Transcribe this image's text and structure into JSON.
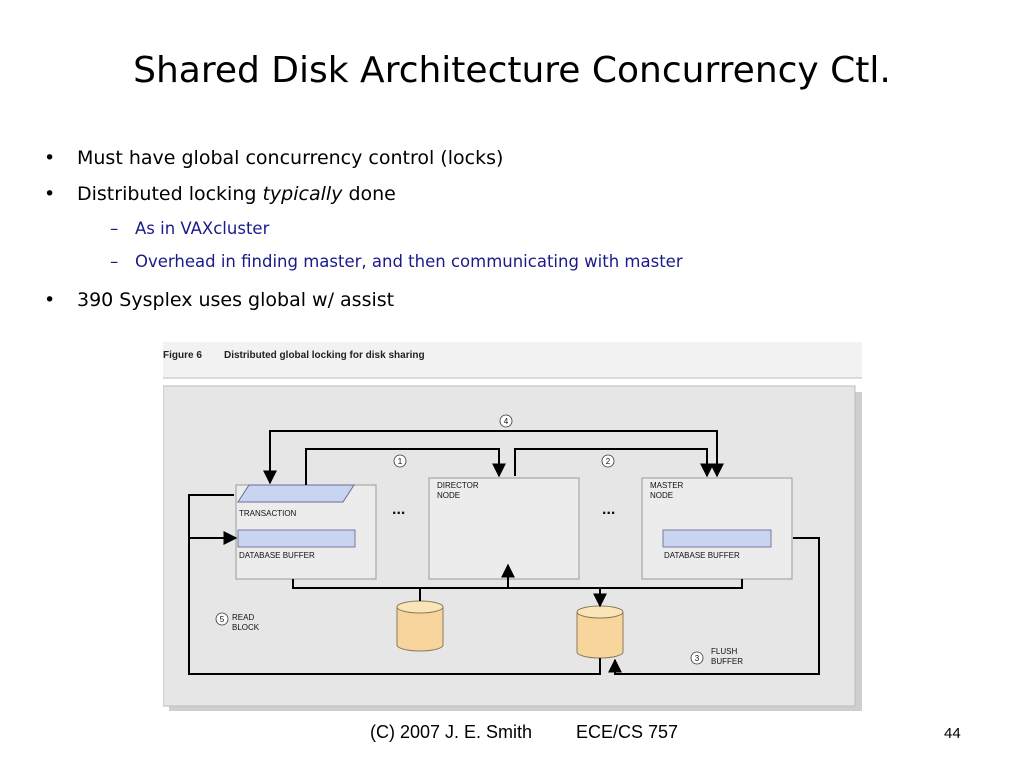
{
  "slide": {
    "title": "Shared Disk Architecture Concurrency Ctl.",
    "bullets": [
      {
        "text": "Must have global concurrency control (locks)"
      },
      {
        "pre": "Distributed locking ",
        "em": "typically",
        "post": " done"
      },
      {
        "text": "As in VAXcluster"
      },
      {
        "text": "Overhead in finding master, and then communicating with master"
      },
      {
        "text": "390 Sysplex uses global w/ assist"
      }
    ],
    "bullet_symbol": "•",
    "sub_symbol": "–"
  },
  "figure": {
    "caption_label": "Figure 6",
    "caption_text": "Distributed global locking for disk sharing",
    "transaction_label": "TRANSACTION",
    "database_buffer_label": "DATABASE BUFFER",
    "director_line1": "DIRECTOR",
    "director_line2": "NODE",
    "master_line1": "MASTER",
    "master_line2": "NODE",
    "master_buffer_label": "DATABASE BUFFER",
    "ellipsis": "...",
    "step1": "1",
    "step2": "2",
    "step3": "3",
    "step4": "4",
    "step5": "5",
    "read_line1": "READ",
    "read_line2": "BLOCK",
    "flush_line1": "FLUSH",
    "flush_line2": "BUFFER"
  },
  "footer": {
    "copyright": "(C) 2007 J. E. Smith",
    "course": "ECE/CS 757",
    "page": "44"
  },
  "colors": {
    "subbullet": "#1a1a8c",
    "disk": "#f7d59c",
    "buffer": "#c8d4f0",
    "figure_bg": "#e6e6e6"
  }
}
